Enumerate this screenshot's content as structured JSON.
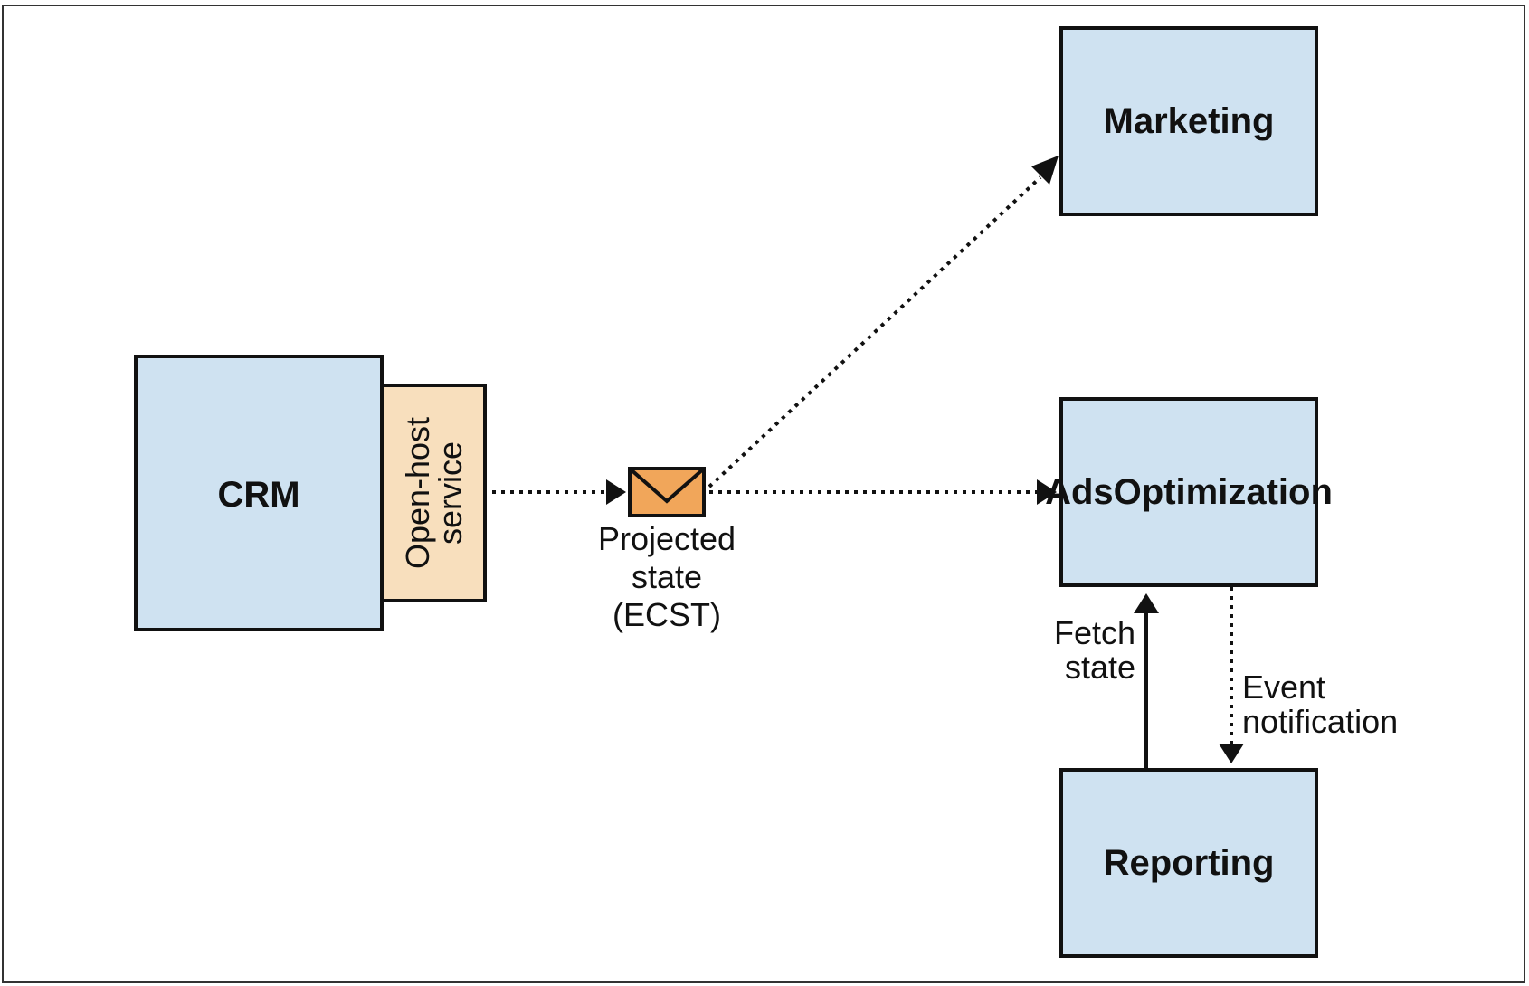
{
  "nodes": {
    "crm": {
      "label": "CRM"
    },
    "open_host": {
      "line1": "Open-host",
      "line2": "service"
    },
    "marketing": {
      "label": "Marketing"
    },
    "ads": {
      "label": "AdsOptimization"
    },
    "reporting": {
      "label": "Reporting"
    }
  },
  "message": {
    "line1": "Projected",
    "line2": "state",
    "line3": "(ECST)"
  },
  "edges": {
    "fetch": {
      "line1": "Fetch",
      "line2": "state"
    },
    "event": {
      "line1": "Event",
      "line2": "notification"
    }
  },
  "colors": {
    "box_fill": "#cfe2f1",
    "open_host_fill": "#f8dfbd",
    "envelope_fill": "#f1a65a",
    "stroke": "#111111"
  }
}
